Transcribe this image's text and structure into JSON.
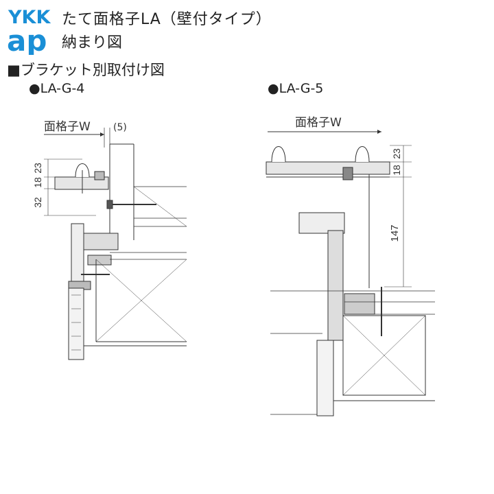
{
  "brand": {
    "line1": "YKK",
    "line2": "ap"
  },
  "title": {
    "line1": "たて面格子LA（壁付タイプ）",
    "line2": "納まり図"
  },
  "section_label": "■ブラケット別取付け図",
  "variants": [
    {
      "label": "●LA-G-4",
      "width_label": "面格子W",
      "gap_label": "(5)",
      "dims": [
        "23",
        "18",
        "32"
      ]
    },
    {
      "label": "●LA-G-5",
      "width_label": "面格子W",
      "dims": [
        "23",
        "18",
        "147"
      ]
    }
  ],
  "colors": {
    "brand_blue": "#1a8fd6",
    "line": "#333333"
  }
}
